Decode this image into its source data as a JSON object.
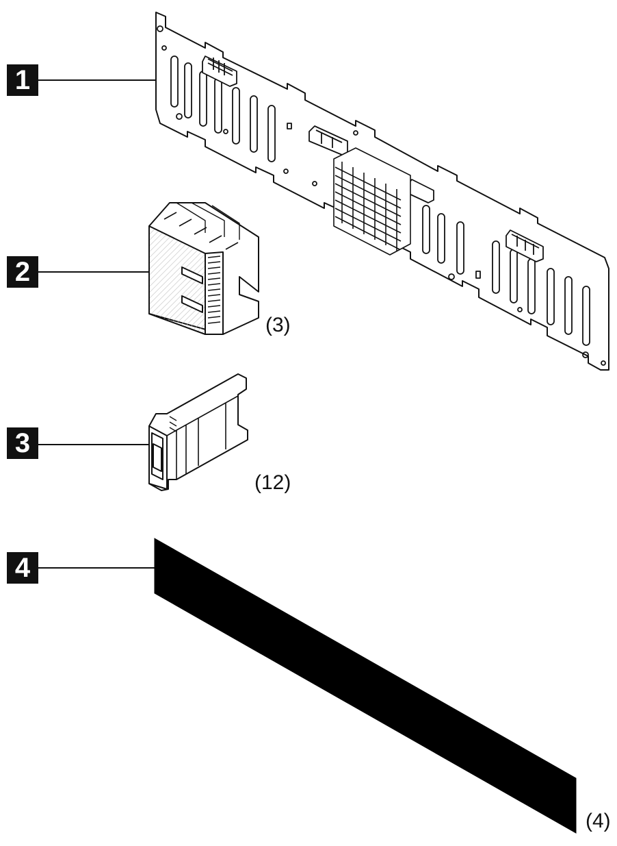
{
  "parts": [
    {
      "callout": "1",
      "quantity": ""
    },
    {
      "callout": "2",
      "quantity": "(3)"
    },
    {
      "callout": "3",
      "quantity": "(12)"
    },
    {
      "callout": "4",
      "quantity": "(4)"
    }
  ],
  "colors": {
    "ink": "#111111",
    "paper": "#ffffff",
    "hatch": "#bdbdbd"
  }
}
